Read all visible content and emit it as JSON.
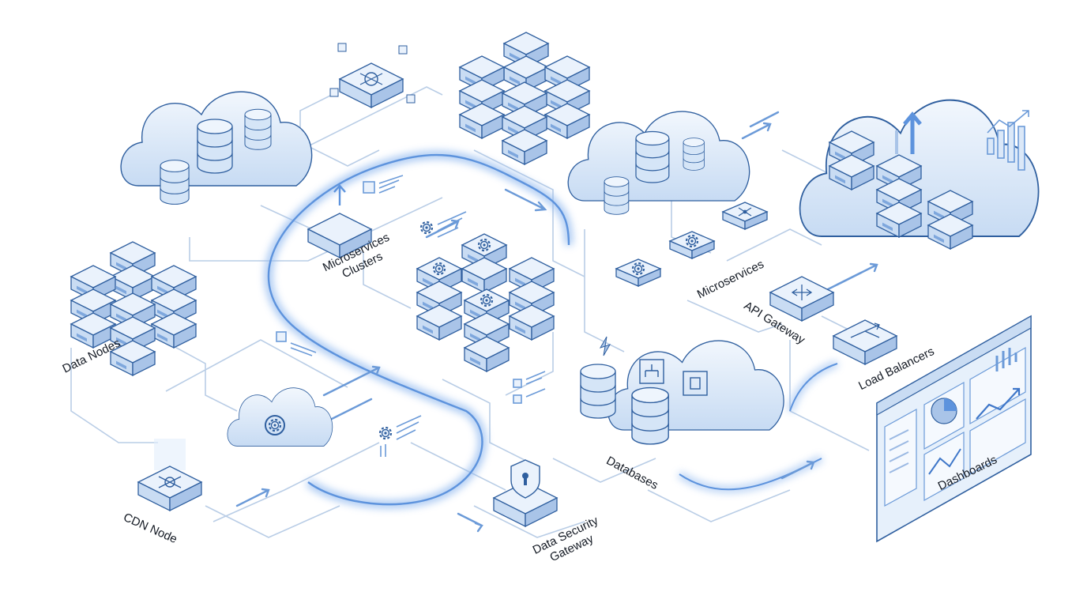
{
  "colors": {
    "background": "#ffffff",
    "line": "#b9cde6",
    "stroke": "#2f5f9f",
    "face_light": "#eaf2fc",
    "face_mid": "#c9dcf3",
    "face_dark": "#a9c4e8",
    "flow_glow": "#8fb8ef",
    "text": "#141a24"
  },
  "labels": {
    "data_nodes": "Data Nodes",
    "microservices_clusters": "Microservices\nClusters",
    "microservices": "Microservices",
    "api_gateway": "API Gateway",
    "load_balancers": "Load Balancers",
    "databases": "Databases",
    "dashboards": "Dashboards",
    "cdn_node": "CDN Node",
    "data_security_gateway": "Data Security\nGateway"
  },
  "icons": [
    "cloud-icon",
    "server-stack-icon",
    "database-cylinder-icon",
    "gear-icon",
    "network-switch-icon",
    "shield-lock-icon",
    "dashboard-monitor-icon",
    "arrow-icon",
    "bar-chart-icon"
  ]
}
